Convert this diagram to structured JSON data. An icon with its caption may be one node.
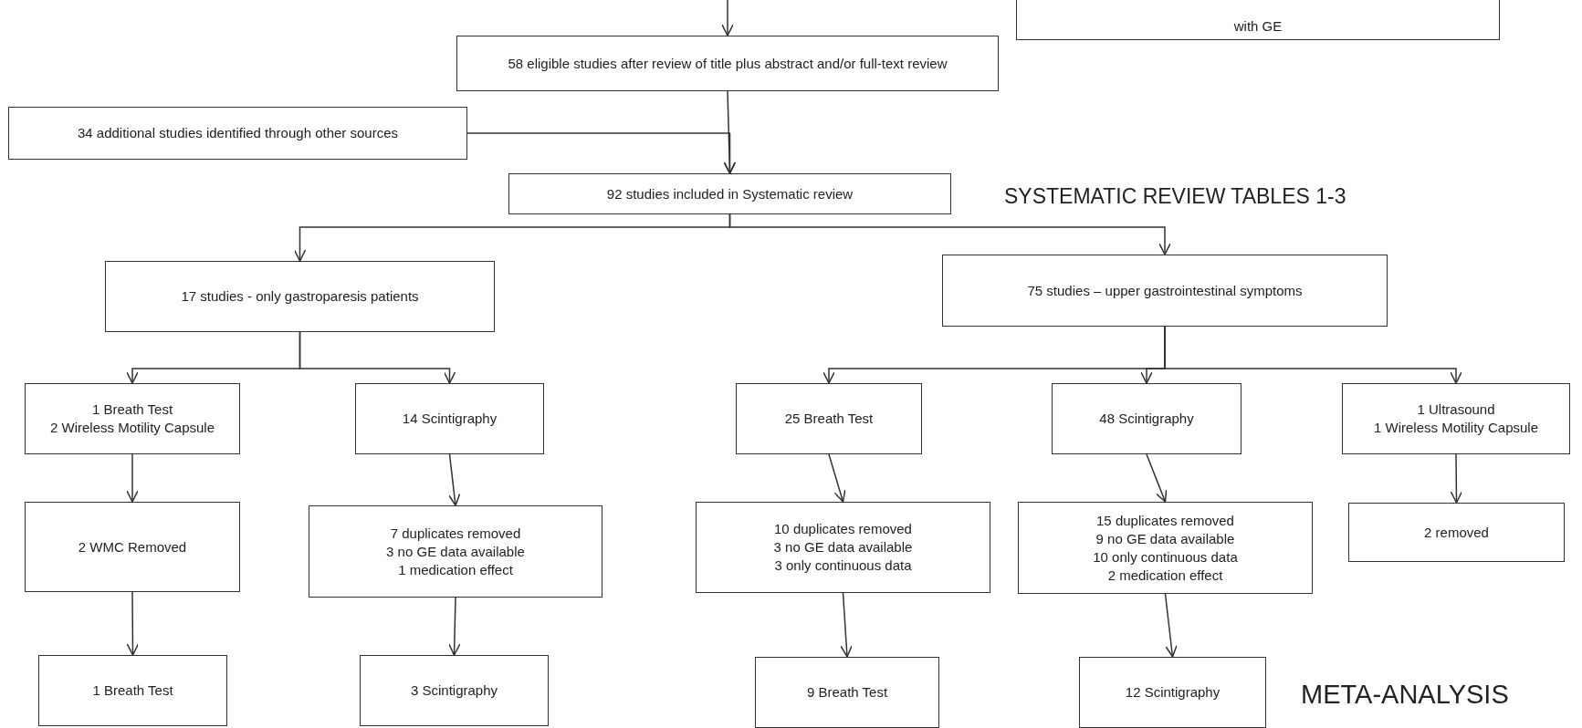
{
  "diagram": {
    "nodes": [
      {
        "text": [
          "58 eligible studies after review of title plus abstract and/or full-text review"
        ]
      },
      {
        "text": [
          "with GE"
        ]
      },
      {
        "text": [
          "34 additional studies identified through other sources"
        ]
      },
      {
        "text": [
          "92 studies included in Systematic review"
        ]
      },
      {
        "text": [
          "17 studies  - only gastroparesis patients"
        ]
      },
      {
        "text": [
          "75 studies – upper gastrointestinal symptoms"
        ]
      },
      {
        "text": [
          "1 Breath Test",
          "2 Wireless Motility Capsule"
        ]
      },
      {
        "text": [
          "14 Scintigraphy"
        ]
      },
      {
        "text": [
          "25 Breath Test"
        ]
      },
      {
        "text": [
          "48 Scintigraphy"
        ]
      },
      {
        "text": [
          "1 Ultrasound",
          "1 Wireless Motility Capsule"
        ]
      },
      {
        "text": [
          "2 WMC Removed"
        ]
      },
      {
        "text": [
          "7 duplicates removed",
          "3 no GE data available",
          "1 medication effect"
        ]
      },
      {
        "text": [
          "10 duplicates removed",
          "3 no GE data available",
          "3 only continuous data"
        ]
      },
      {
        "text": [
          "15 duplicates removed",
          "9 no GE data available",
          "10 only continuous data",
          "2 medication effect"
        ]
      },
      {
        "text": [
          "2  removed"
        ]
      },
      {
        "text": [
          "1 Breath Test"
        ]
      },
      {
        "text": [
          "3 Scintigraphy"
        ]
      },
      {
        "text": [
          "9 Breath Test"
        ]
      },
      {
        "text": [
          "12 Scintigraphy"
        ]
      }
    ],
    "edges": [
      {
        "from": null,
        "to": 0,
        "arrow": "to"
      },
      {
        "from": 0,
        "to": 3,
        "arrow": "to"
      },
      {
        "from": 2,
        "to": 3,
        "arrow": "to"
      },
      {
        "from": 3,
        "to": 4,
        "arrow": "to"
      },
      {
        "from": 3,
        "to": 5,
        "arrow": "to"
      },
      {
        "from": 4,
        "to": 6,
        "arrow": "to"
      },
      {
        "from": 4,
        "to": 7,
        "arrow": "to"
      },
      {
        "from": 5,
        "to": 8,
        "arrow": "to"
      },
      {
        "from": 5,
        "to": 9,
        "arrow": "to"
      },
      {
        "from": 5,
        "to": 10,
        "arrow": "to"
      },
      {
        "from": 6,
        "to": 11,
        "arrow": "to"
      },
      {
        "from": 7,
        "to": 12,
        "arrow": "to"
      },
      {
        "from": 8,
        "to": 13,
        "arrow": "to"
      },
      {
        "from": 9,
        "to": 14,
        "arrow": "to"
      },
      {
        "from": 10,
        "to": 15,
        "arrow": "to"
      },
      {
        "from": 11,
        "to": 16,
        "arrow": "to"
      },
      {
        "from": 12,
        "to": 17,
        "arrow": "to"
      },
      {
        "from": 13,
        "to": 18,
        "arrow": "to"
      },
      {
        "from": 14,
        "to": 19,
        "arrow": "to"
      }
    ],
    "labels": [
      "SYSTEMATIC REVIEW TABLES 1-3",
      "META-ANALYSIS"
    ]
  }
}
